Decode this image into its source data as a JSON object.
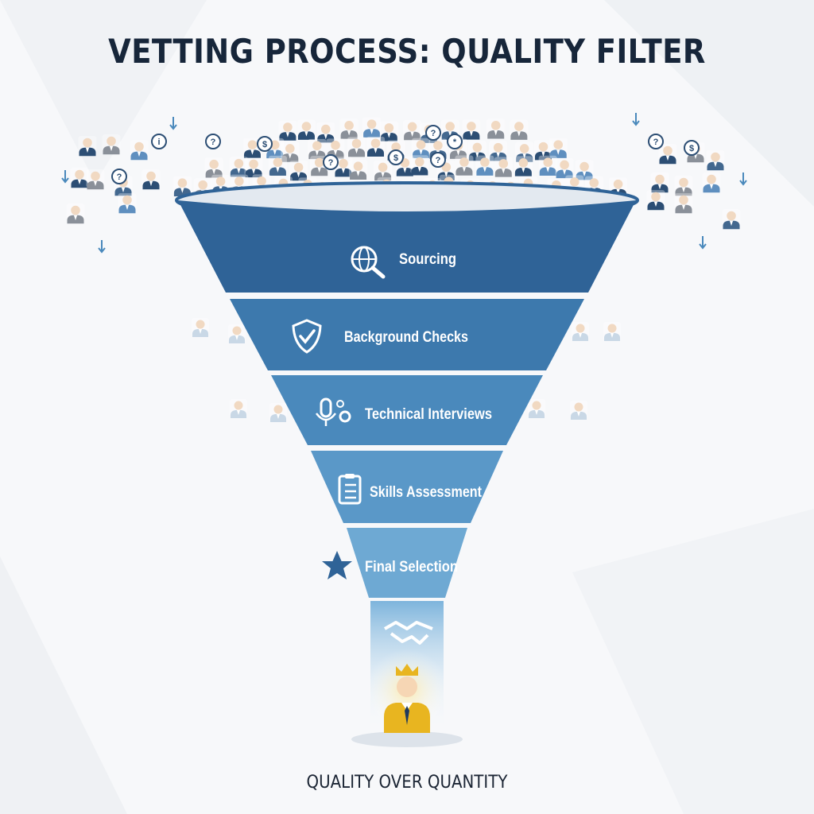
{
  "title": "VETTING PROCESS: QUALITY FILTER",
  "stages": [
    {
      "label": "Sourcing",
      "icon": "globe-search-icon"
    },
    {
      "label": "Background Checks",
      "icon": "shield-check-icon"
    },
    {
      "label": "Technical Interviews",
      "icon": "microphone-gear-icon"
    },
    {
      "label": "Skills Assessment",
      "icon": "clipboard-checklist-icon"
    },
    {
      "label": "Final Selection",
      "icon": "star-icon"
    }
  ],
  "outcome_icons": [
    "handshake-icon",
    "crowned-candidate-icon"
  ],
  "tagline": "QUALITY OVER QUANTITY",
  "colors": {
    "title": "#17263a",
    "stage_fills": [
      "#2f6397",
      "#3d79ad",
      "#4a89bc",
      "#5a98c8",
      "#6ea9d3"
    ],
    "crown": "#e8b520",
    "candidate_suit": "#e8b520",
    "crowd_dark": "#2c4e74",
    "crowd_gray": "#8a9099"
  }
}
